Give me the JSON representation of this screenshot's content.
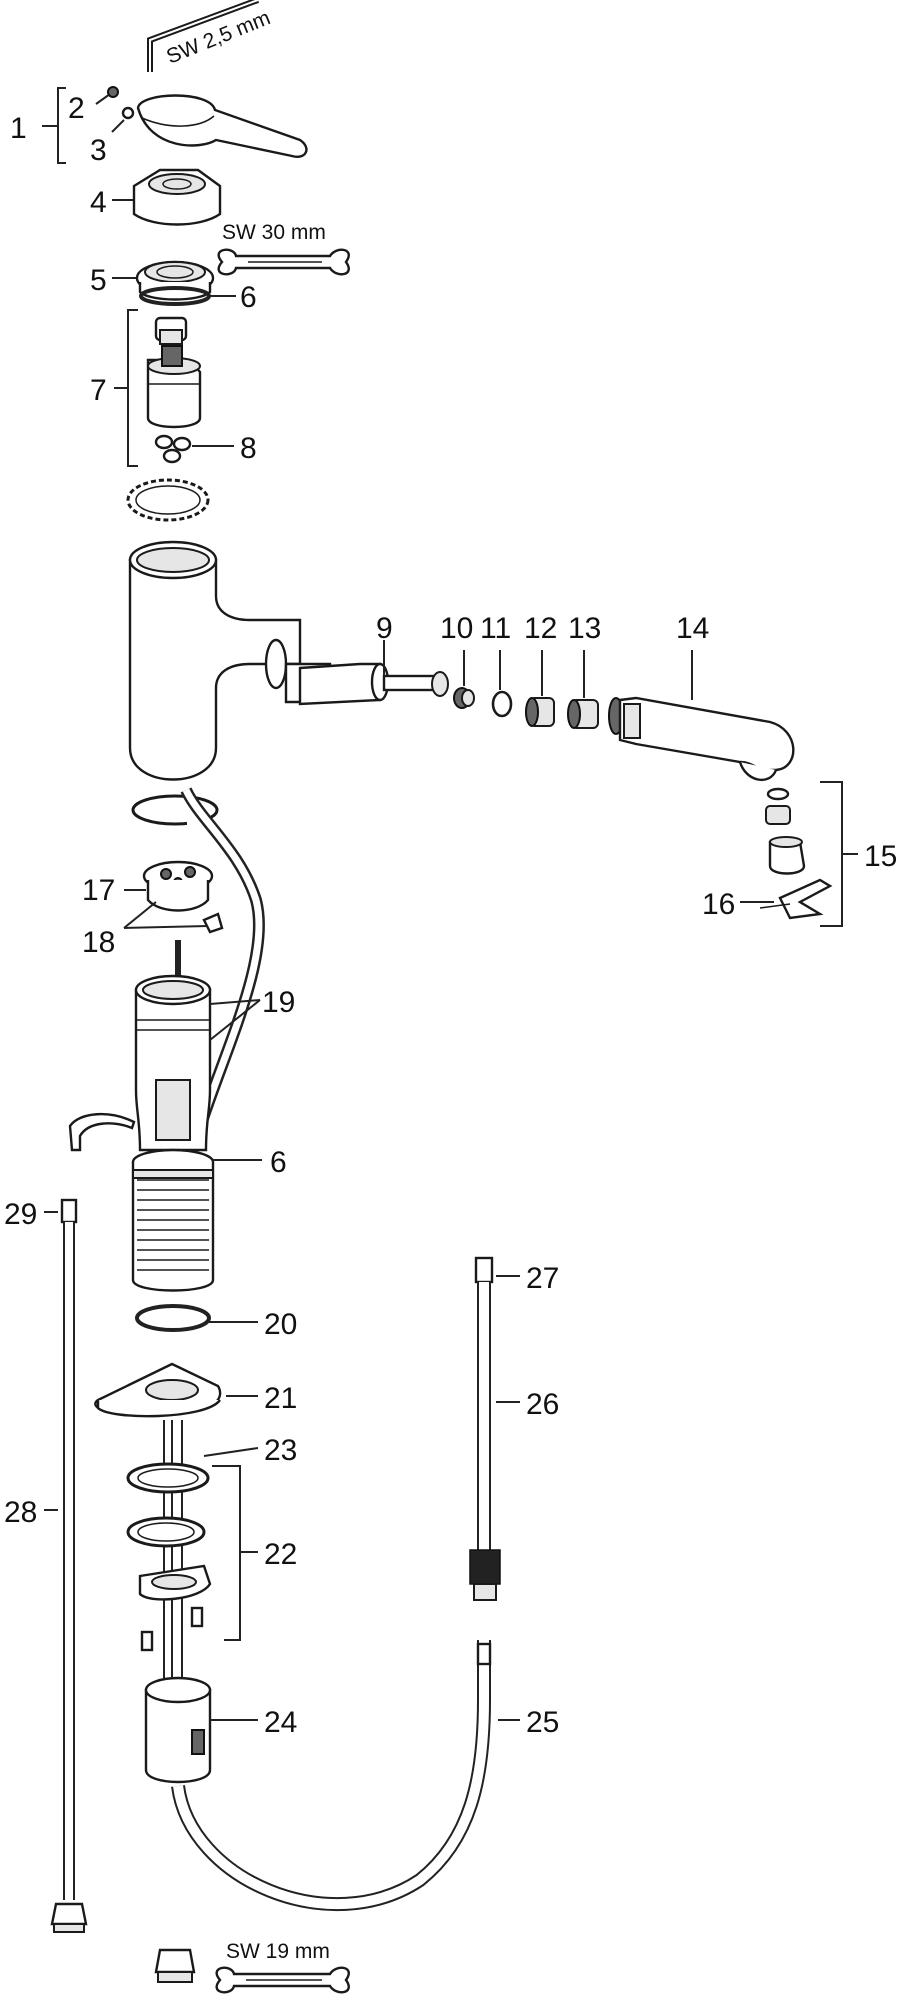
{
  "labels": {
    "p1": "1",
    "p2": "2",
    "p3": "3",
    "p4": "4",
    "p5": "5",
    "p6a": "6",
    "p7": "7",
    "p8": "8",
    "p9": "9",
    "p10": "10",
    "p11": "11",
    "p12": "12",
    "p13": "13",
    "p14": "14",
    "p15": "15",
    "p16": "16",
    "p17": "17",
    "p18": "18",
    "p19": "19",
    "p6b": "6",
    "p20": "20",
    "p21": "21",
    "p22": "22",
    "p23": "23",
    "p24": "24",
    "p25": "25",
    "p26": "26",
    "p27": "27",
    "p28": "28",
    "p29": "29"
  },
  "tools": {
    "hex_key": "SW 2,5 mm",
    "wrench_top": "SW 30 mm",
    "wrench_bottom": "SW 19 mm"
  }
}
